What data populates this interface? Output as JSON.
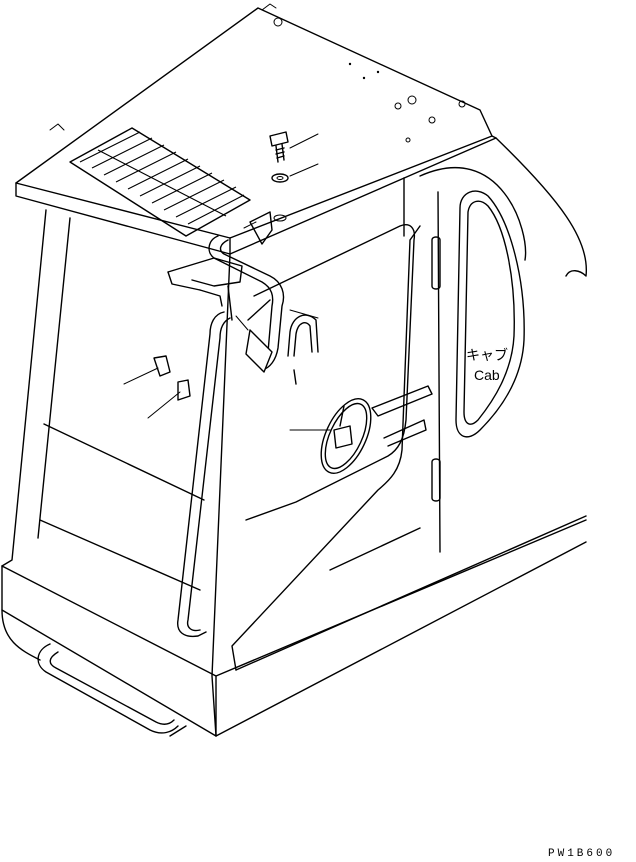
{
  "labels": {
    "cab_ja": "キャブ",
    "cab_en": "Cab",
    "drawing_code": "PW1B600"
  }
}
